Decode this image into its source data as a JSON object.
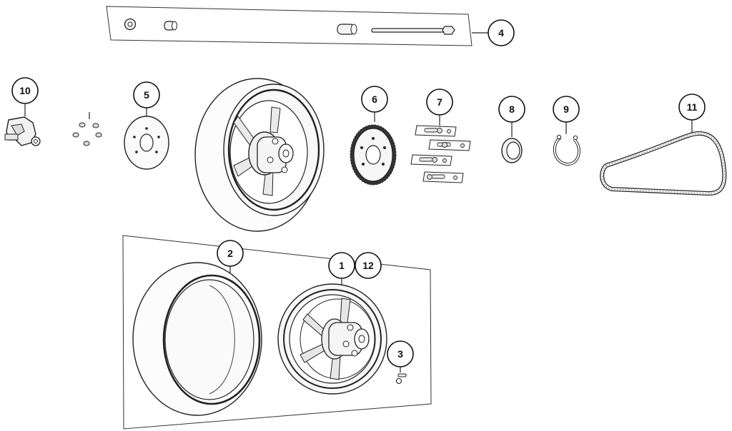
{
  "diagram": {
    "callouts": {
      "axle_kit": "4",
      "brake_caliper": "10",
      "brake_disc_bolts": "",
      "brake_disc": "5",
      "sprocket": "6",
      "sprocket_bolts": "7",
      "spacer": "8",
      "circlip": "9",
      "drive_chain": "11",
      "tire": "2",
      "rim": "1",
      "wheel_assembly_alt": "12",
      "valve_stem": "3"
    }
  }
}
